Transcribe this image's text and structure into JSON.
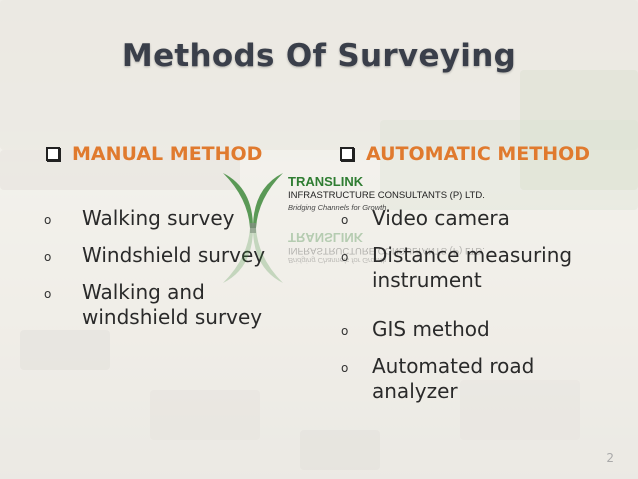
{
  "title": "Methods Of Surveying",
  "left": {
    "heading": "MANUAL METHOD",
    "items": [
      "Walking survey",
      "Windshield survey",
      "Walking and windshield survey"
    ]
  },
  "right": {
    "heading": "AUTOMATIC METHOD",
    "items": [
      "Video camera",
      "Distance measuring instrument",
      "GIS method",
      "Automated road analyzer"
    ]
  },
  "logo": {
    "name": "TRANSLINK",
    "company": "INFRASTRUCTURE CONSULTANTS (P) LTD.",
    "tagline": "Bridging Channels for Growth"
  },
  "colors": {
    "heading": "#e07a2e",
    "title": "#3a3f4a",
    "logo_green": "#3f8a3c"
  },
  "page_number": "2"
}
